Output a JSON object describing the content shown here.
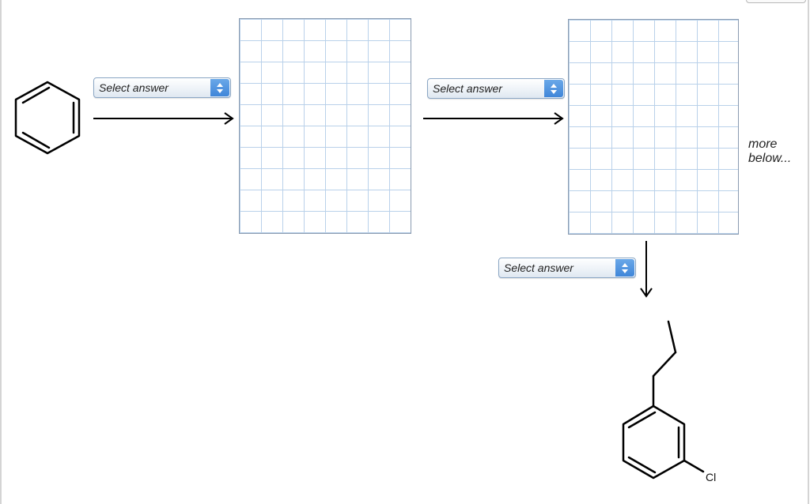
{
  "steps": [
    {
      "select_label": "Select answer"
    },
    {
      "select_label": "Select answer"
    },
    {
      "select_label": "Select answer"
    }
  ],
  "more_below": "more below...",
  "product": {
    "substituent_label": "Cl"
  },
  "colors": {
    "grid_line": "#b9d1ea",
    "grid_border": "#8a9bb0",
    "select_border": "#8aa6c4",
    "select_arrow_bg": "#3f86d9"
  }
}
